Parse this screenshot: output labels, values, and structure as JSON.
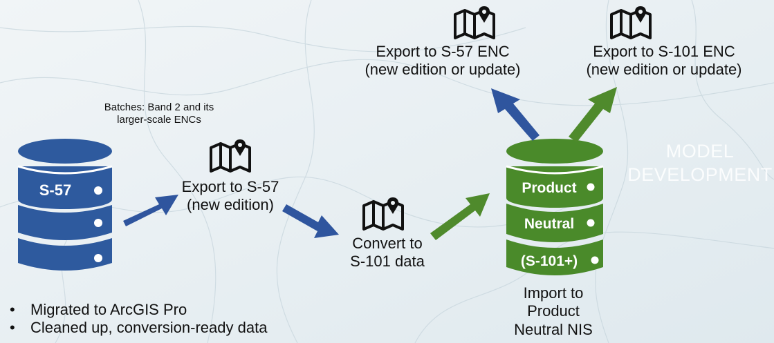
{
  "background": {
    "colors": [
      "#eef3f5",
      "#dbe7ed"
    ]
  },
  "colors": {
    "blue_db": "#2e5a9e",
    "green_db": "#4a8a2a",
    "blue_arrow": "#2f559e",
    "green_arrow": "#4f8a2c"
  },
  "batches_note": [
    "Batches: Band 2 and its",
    "larger-scale ENCs"
  ],
  "s57_database": {
    "label": "S-57",
    "icon": "database-icon"
  },
  "steps": {
    "export_s57": {
      "icon": "map-pin-icon",
      "lines": [
        "Export to S-57",
        "(new edition)"
      ]
    },
    "convert": {
      "icon": "map-pin-icon",
      "lines": [
        "Convert to",
        "S-101 data"
      ]
    },
    "export_s57_enc": {
      "icon": "map-pin-icon",
      "lines": [
        "Export to S-57 ENC",
        "(new edition or update)"
      ]
    },
    "export_s101_enc": {
      "icon": "map-pin-icon",
      "lines": [
        "Export to S-101 ENC",
        "(new edition or update)"
      ]
    },
    "import": {
      "lines": [
        "Import to",
        "Product",
        "Neutral NIS"
      ]
    }
  },
  "pn_database": {
    "icon": "database-icon",
    "labels": [
      "Product",
      "Neutral",
      "(S-101+)"
    ]
  },
  "watermark": [
    "MODEL",
    "DEVELOPMENT"
  ],
  "bullets": [
    "Migrated to ArcGIS Pro",
    "Cleaned up, conversion-ready data"
  ]
}
